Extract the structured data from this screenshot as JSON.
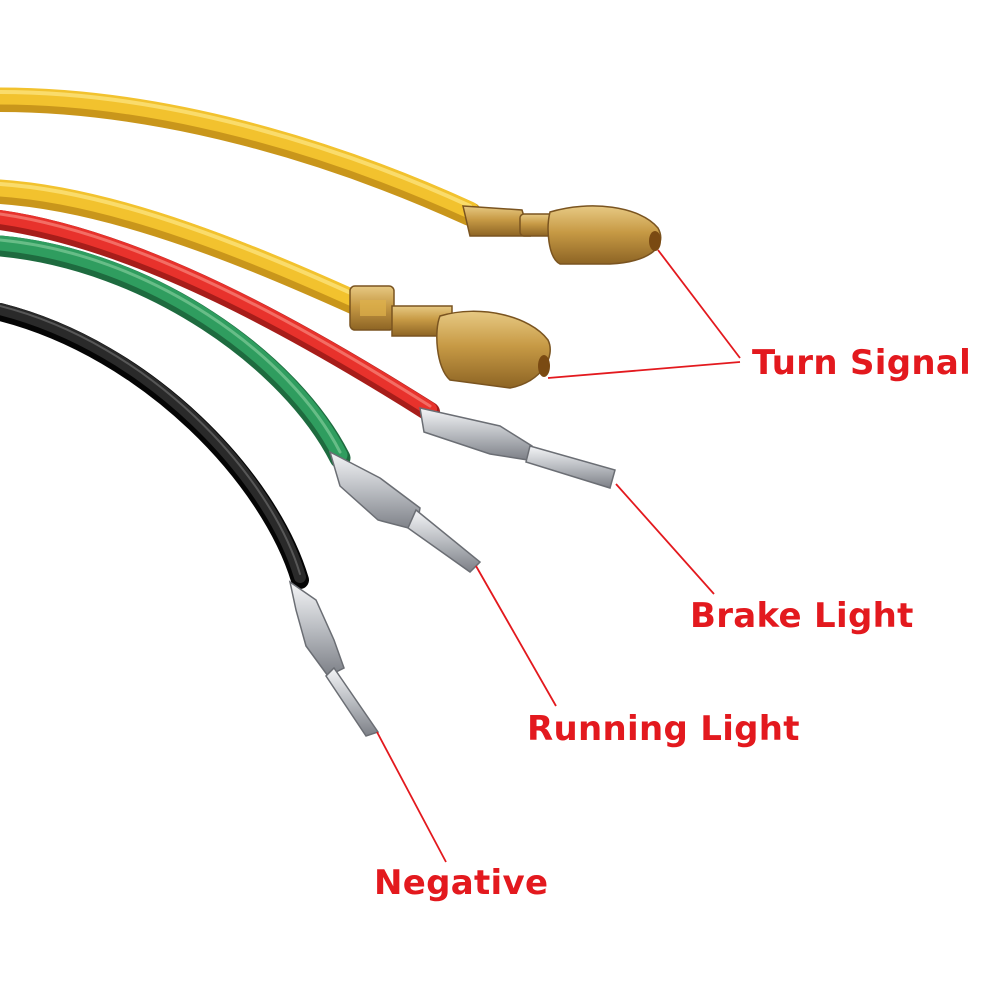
{
  "labels": {
    "turn_signal": "Turn Signal",
    "brake_light": "Brake Light",
    "running_light": "Running Light",
    "negative": "Negative"
  },
  "colors": {
    "label_text": "#e3191e",
    "leader_line": "#e3191e",
    "wire_yellow": "#f2c22e",
    "wire_red": "#e8322c",
    "wire_green": "#2f9d5f",
    "wire_black": "#1a1a1a",
    "brass": "#c9a04c",
    "silver": "#c7c9cc"
  }
}
